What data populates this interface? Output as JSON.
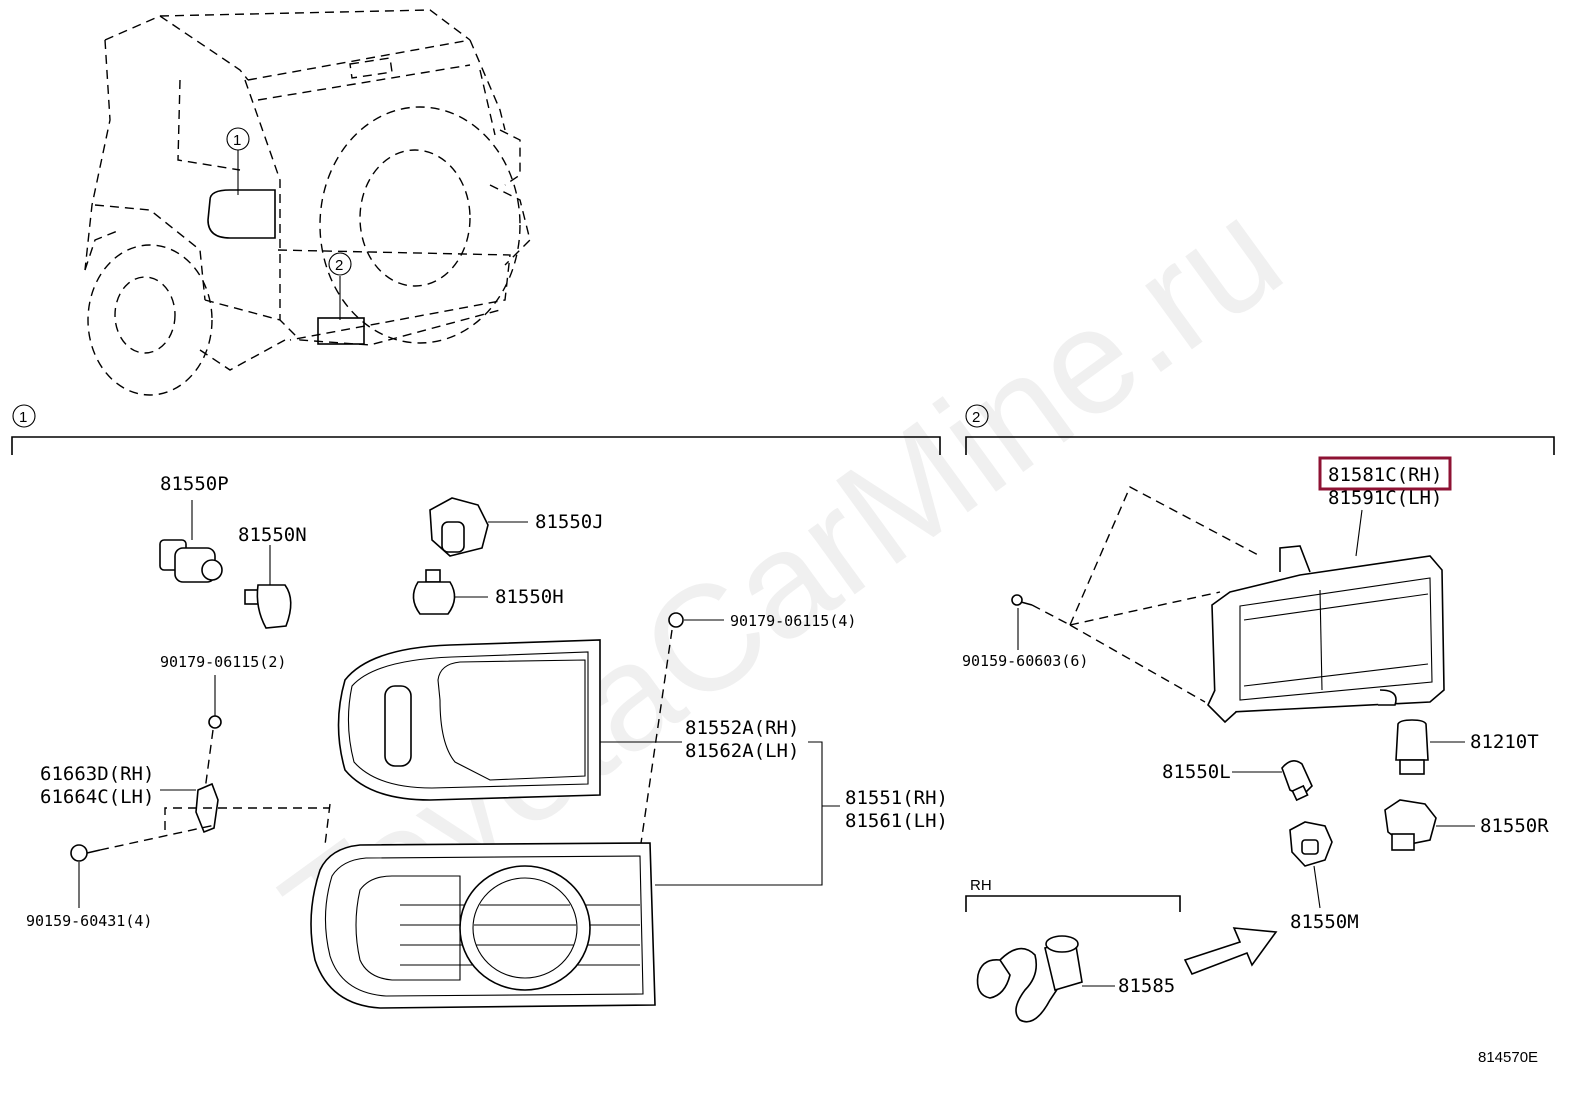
{
  "diagram_id": "814570E",
  "watermark": "ToyotaCarMine.ru",
  "callouts": {
    "one": "1",
    "two": "2"
  },
  "section1": {
    "labels": {
      "p81550P": "81550P",
      "p81550N": "81550N",
      "p81550J": "81550J",
      "p81550H": "81550H",
      "screw_top": "90179-06115(4)",
      "screw_left": "90179-06115(2)",
      "lens_rh": "81552A(RH)",
      "lens_lh": "81562A(LH)",
      "lamp_rh": "81551(RH)",
      "lamp_lh": "81561(LH)",
      "clip_rh": "61663D(RH)",
      "clip_lh": "61664C(LH)",
      "bolt": "90159-60431(4)"
    }
  },
  "section2": {
    "labels": {
      "reflex_rh": "81581C(RH)",
      "reflex_lh": "81591C(LH)",
      "bolt": "90159-60603(6)",
      "bulb_t": "81210T",
      "bulb_l": "81550L",
      "socket_r": "81550R",
      "socket_m": "81550M",
      "rh_note": "RH",
      "harness": "81585"
    }
  },
  "highlight_color": "#8e1233"
}
